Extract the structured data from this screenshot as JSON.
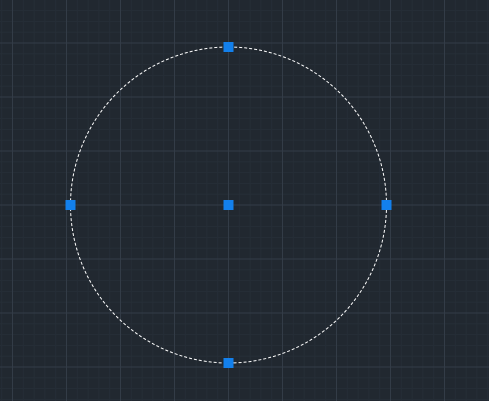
{
  "canvas": {
    "background_color": "#212830",
    "minor_grid_color": "#262e37",
    "major_grid_color": "#333c47",
    "grid": true
  },
  "selection": {
    "entity": "circle",
    "selected": true,
    "outline_style": "dashed",
    "outline_color": "#ffffff",
    "grip_color": "#1380ec",
    "grips": [
      {
        "name": "center-grip"
      },
      {
        "name": "top-quadrant-grip"
      },
      {
        "name": "right-quadrant-grip"
      },
      {
        "name": "bottom-quadrant-grip"
      },
      {
        "name": "left-quadrant-grip"
      }
    ]
  }
}
